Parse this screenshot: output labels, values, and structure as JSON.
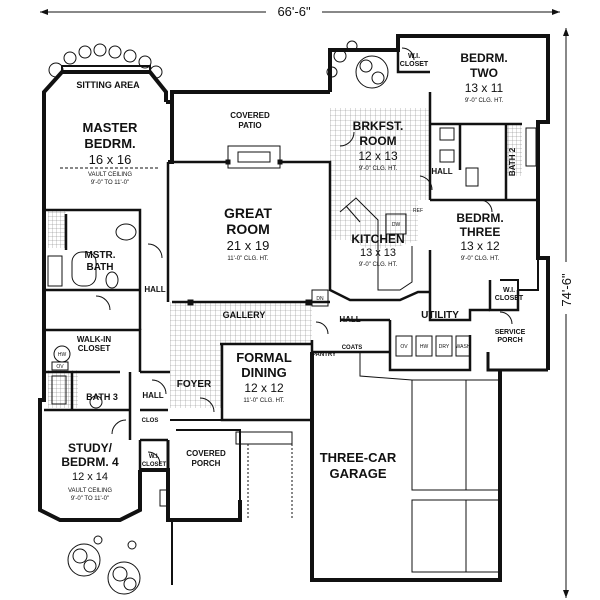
{
  "dimensions": {
    "width": "66'-6\"",
    "depth": "74'-6\""
  },
  "rooms": {
    "sitting_area": {
      "name": "SITTING AREA"
    },
    "master": {
      "name_1": "MASTER",
      "name_2": "BEDRM.",
      "size": "16 x 16",
      "note_1": "VAULT CEILING",
      "note_2": "9'-0\" TO 11'-0\""
    },
    "covered_patio": {
      "name_1": "COVERED",
      "name_2": "PATIO"
    },
    "brkfst": {
      "name_1": "BRKFST.",
      "name_2": "ROOM",
      "size": "12 x 13",
      "note": "9'-0\" CLG. HT."
    },
    "bedrm_two": {
      "name_1": "BEDRM.",
      "name_2": "TWO",
      "size": "13 x 11",
      "note": "9'-0\" CLG. HT."
    },
    "wi_closet_top": {
      "name_1": "W.I.",
      "name_2": "CLOSET"
    },
    "bath2": {
      "name": "BATH 2"
    },
    "hall_right": {
      "name": "HALL"
    },
    "great_room": {
      "name_1": "GREAT",
      "name_2": "ROOM",
      "size": "21 x 19",
      "note": "11'-0\" CLG. HT."
    },
    "kitchen": {
      "name": "KITCHEN",
      "size": "13 x 13",
      "note": "9'-0\" CLG. HT."
    },
    "bedrm_three": {
      "name_1": "BEDRM.",
      "name_2": "THREE",
      "size": "13 x 12",
      "note": "9'-0\" CLG. HT."
    },
    "mstr_bath": {
      "name_1": "MSTR.",
      "name_2": "BATH"
    },
    "hall_left": {
      "name": "HALL"
    },
    "wi_closet_right": {
      "name_1": "W.I.",
      "name_2": "CLOSET"
    },
    "gallery": {
      "name": "GALLERY"
    },
    "hall_mid": {
      "name": "HALL"
    },
    "utility": {
      "name": "UTILITY"
    },
    "service_porch": {
      "name_1": "SERVICE",
      "name_2": "PORCH"
    },
    "walkin_closet": {
      "name_1": "WALK-IN",
      "name_2": "CLOSET"
    },
    "pantry": {
      "name": "PANTRY"
    },
    "coats": {
      "name": "COATS"
    },
    "formal_dining": {
      "name_1": "FORMAL",
      "name_2": "DINING",
      "size": "12 x 12",
      "note": "11'-0\" CLG. HT."
    },
    "foyer": {
      "name": "FOYER"
    },
    "bath3": {
      "name": "BATH 3"
    },
    "hall_lower": {
      "name": "HALL"
    },
    "clos": {
      "name": "CLOS"
    },
    "study": {
      "name_1": "STUDY/",
      "name_2": "BEDRM. 4",
      "size": "12 x 14",
      "note_1": "VAULT CEILING",
      "note_2": "9'-0\" TO 11'-0\""
    },
    "wi_closet_study": {
      "name_1": "W.I.",
      "name_2": "CLOSET"
    },
    "covered_porch": {
      "name_1": "COVERED",
      "name_2": "PORCH"
    },
    "garage": {
      "name_1": "THREE-CAR",
      "name_2": "GARAGE"
    }
  },
  "fixtures": {
    "ov": "OV",
    "dn": "DN",
    "dw": "DW",
    "dry": "DRY",
    "wash": "WASH",
    "hw": "HW",
    "ref": "REF"
  },
  "colors": {
    "line": "#111111",
    "paper": "#ffffff",
    "tile": "#9a9a9a"
  }
}
